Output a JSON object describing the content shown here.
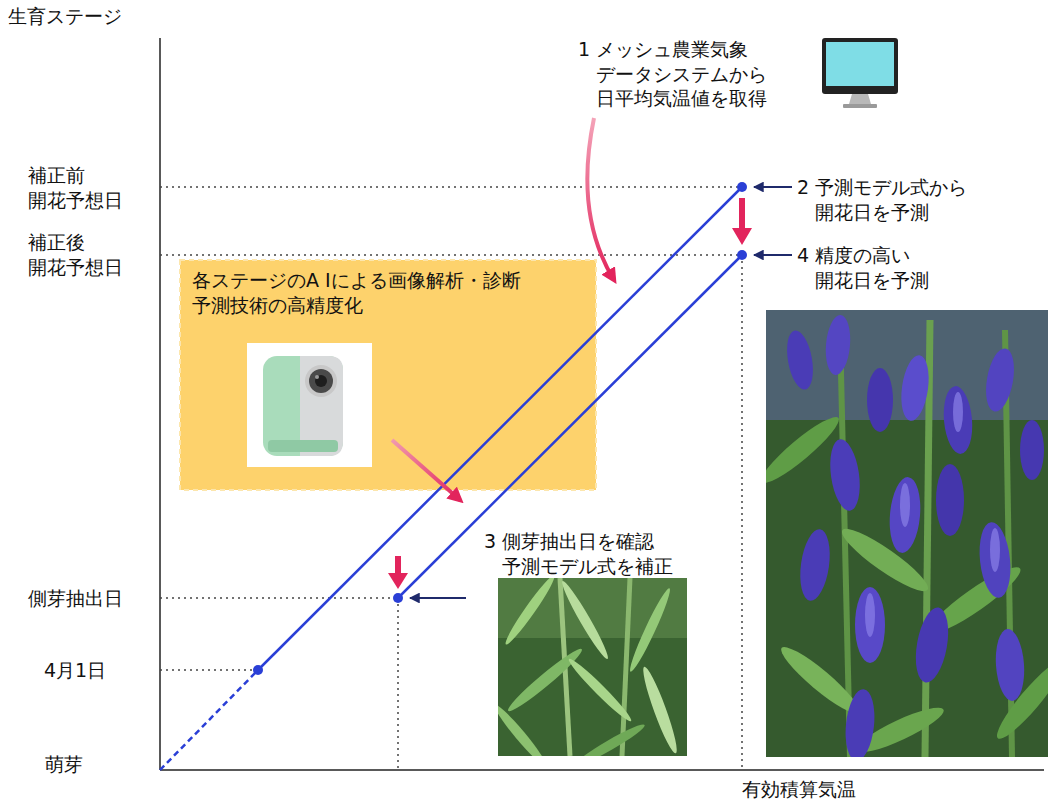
{
  "diagram": {
    "nodes": [
      {
        "text": [
          "各ステージのA Iによる画像解析・診断 予測技術の高精度化"
        ]
      }
    ],
    "labels": [
      "生育ステージ",
      "1 メッシュ農業気象 データシステムから 日平均気温値を取得",
      "補正前 開花予想日",
      "2 予測モデル式から 開花日を予測",
      "補正後 開花予想日",
      "4 精度の高い 開花日を予測",
      "3 側芽抽出日を確認 予測モデル式を補正",
      "側芽抽出日",
      "4月1日",
      "萌芽",
      "有効積算気温"
    ]
  }
}
